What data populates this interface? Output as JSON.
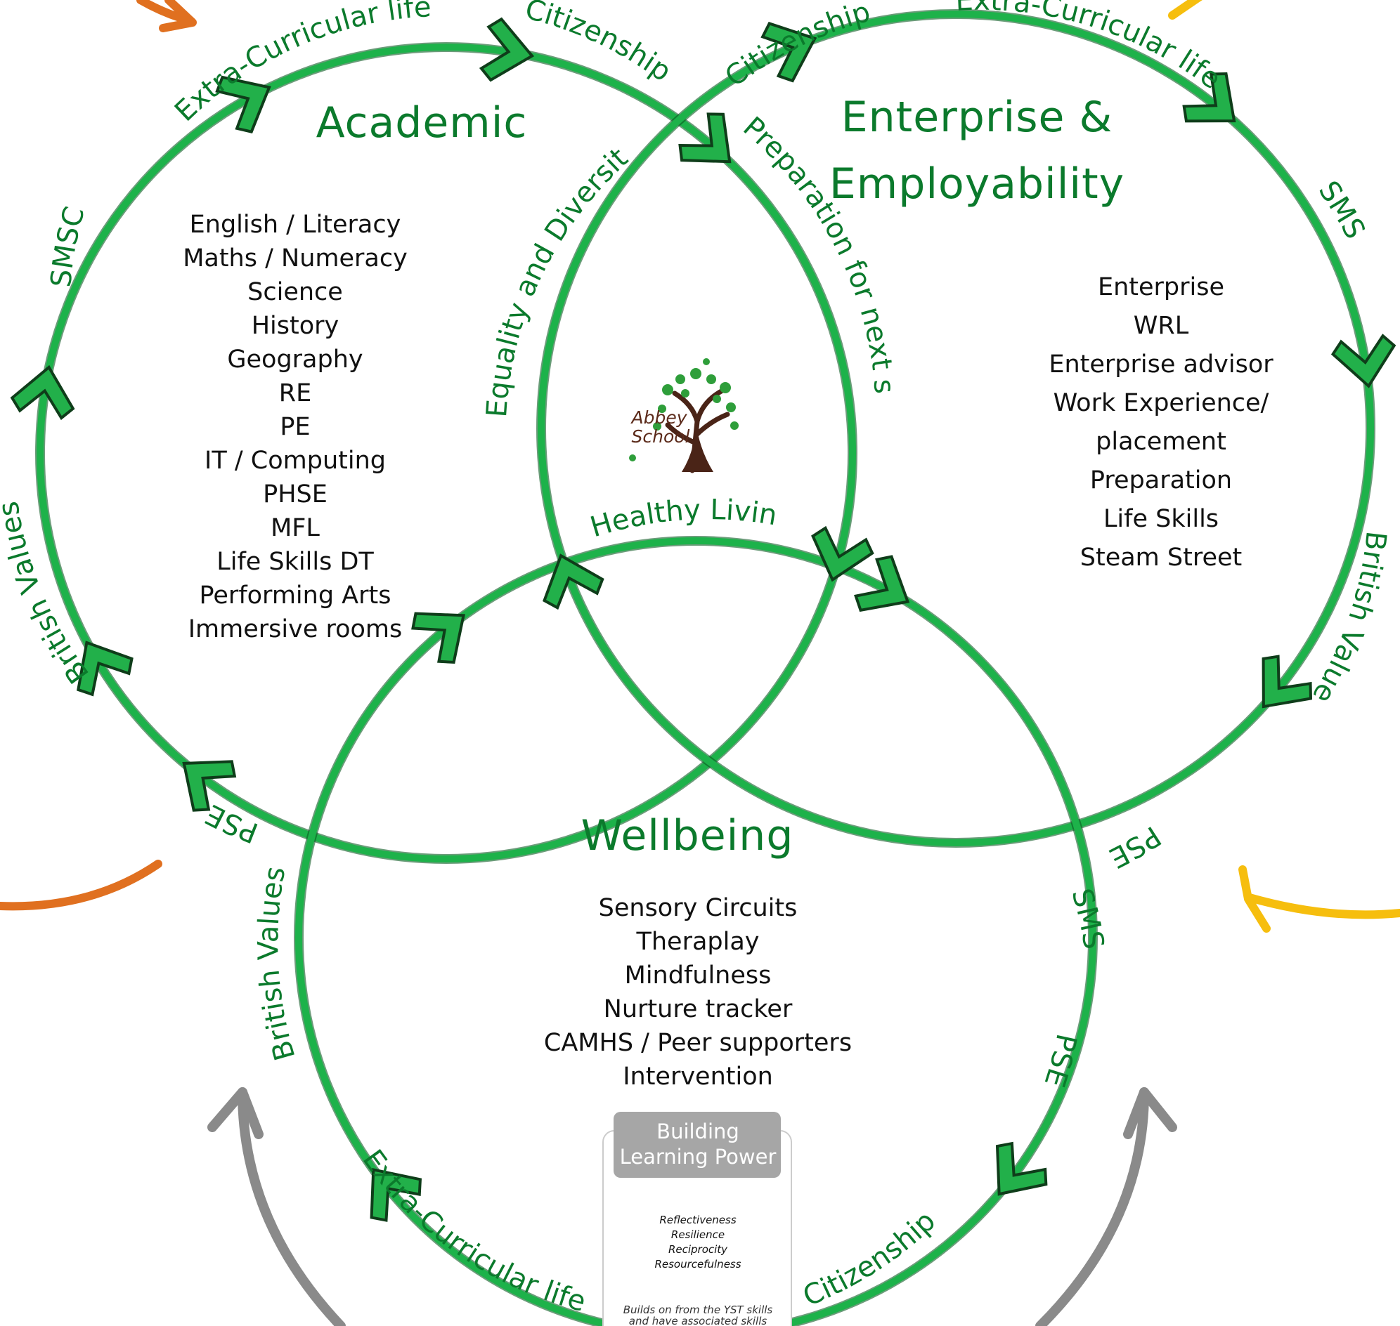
{
  "circles": {
    "academic": {
      "title": "Academic",
      "items": [
        "English / Literacy",
        "Maths / Numeracy",
        "Science",
        "History",
        "Geography",
        "RE",
        "PE",
        "IT / Computing",
        "PHSE",
        "MFL",
        "Life Skills DT",
        "Performing Arts",
        "Immersive rooms"
      ],
      "arc_labels": {
        "top": "Extra-Curricular life",
        "top_right": "Citizenship",
        "left": "SMSC",
        "bottom_left": "British Values",
        "bottom": "PSE",
        "inner": "Equality and Diversity"
      }
    },
    "enterprise": {
      "title_line1": "Enterprise &",
      "title_line2": "Employability",
      "items": [
        "Enterprise",
        "WRL",
        "Enterprise advisor",
        "Work Experience/",
        "placement",
        "Preparation",
        "Life Skills",
        "Steam Street"
      ],
      "arc_labels": {
        "top_left": "Citizenship",
        "top_right": "Extra-Curricular life",
        "right_top": "SMSC",
        "right": "British Values",
        "bottom": "PSE",
        "inner": "Preparation for next stage"
      }
    },
    "wellbeing": {
      "title": "Wellbeing",
      "items": [
        "Sensory Circuits",
        "Theraplay",
        "Mindfulness",
        "Nurture tracker",
        "CAMHS / Peer supporters",
        "Intervention"
      ],
      "arc_labels": {
        "top": "Healthy Living",
        "left": "British Values",
        "right_top": "SMSC",
        "right": "PSE",
        "bottom_left": "Extra-Curricular life",
        "bottom_right": "Citizenship"
      }
    }
  },
  "center_logo": {
    "line1": "Abbey",
    "line2": "School"
  },
  "building_learning_power": {
    "title_line1": "Building",
    "title_line2": "Learning Power",
    "items": [
      "Reflectiveness",
      "Resilience",
      "Reciprocity",
      "Resourcefulness"
    ],
    "note_line1": "Builds on from the YST skills",
    "note_line2": "and have associated skills"
  },
  "colors": {
    "ring_green": "#1db24a",
    "arrow_green": "#22b04a",
    "label_green": "#0b7a2c",
    "orange_arrow": "#e07020",
    "yellow_arrow": "#f6be0e",
    "gray_arrow": "#8a8a8a",
    "blp_header": "#a6a6a6"
  }
}
